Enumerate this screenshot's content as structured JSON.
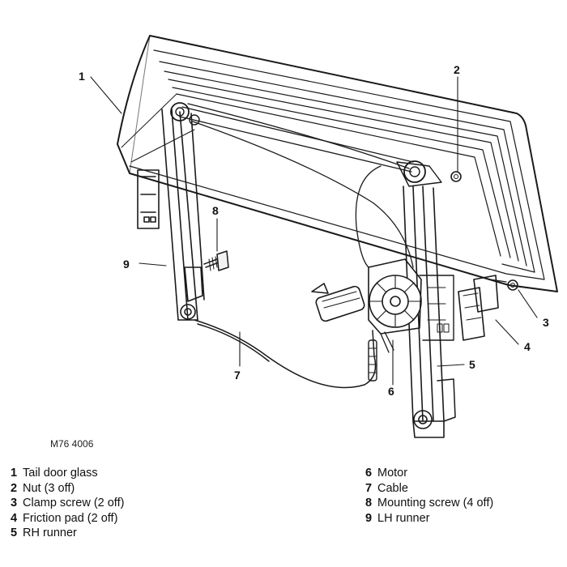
{
  "callouts": {
    "c1": "1",
    "c2": "2",
    "c3": "3",
    "c4": "4",
    "c5": "5",
    "c6": "6",
    "c7": "7",
    "c8": "8",
    "c9": "9"
  },
  "figure_ref": "M76 4006",
  "legend_left": [
    {
      "num": "1",
      "text": "Tail door glass"
    },
    {
      "num": "2",
      "text": "Nut (3 off)"
    },
    {
      "num": "3",
      "text": "Clamp screw (2 off)"
    },
    {
      "num": "4",
      "text": "Friction pad (2 off)"
    },
    {
      "num": "5",
      "text": "RH runner"
    }
  ],
  "legend_right": [
    {
      "num": "6",
      "text": "Motor"
    },
    {
      "num": "7",
      "text": "Cable"
    },
    {
      "num": "8",
      "text": "Mounting screw (4 off)"
    },
    {
      "num": "9",
      "text": "LH runner"
    }
  ]
}
